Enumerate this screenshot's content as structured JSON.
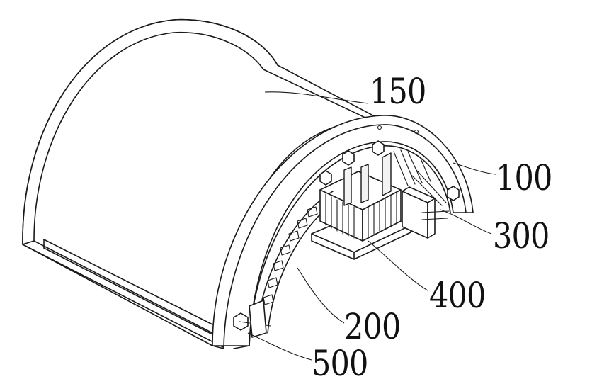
{
  "figure": {
    "callouts": [
      {
        "id": "150",
        "text": "150"
      },
      {
        "id": "100",
        "text": "100"
      },
      {
        "id": "300",
        "text": "300"
      },
      {
        "id": "400",
        "text": "400"
      },
      {
        "id": "200",
        "text": "200"
      },
      {
        "id": "500",
        "text": "500"
      }
    ]
  }
}
